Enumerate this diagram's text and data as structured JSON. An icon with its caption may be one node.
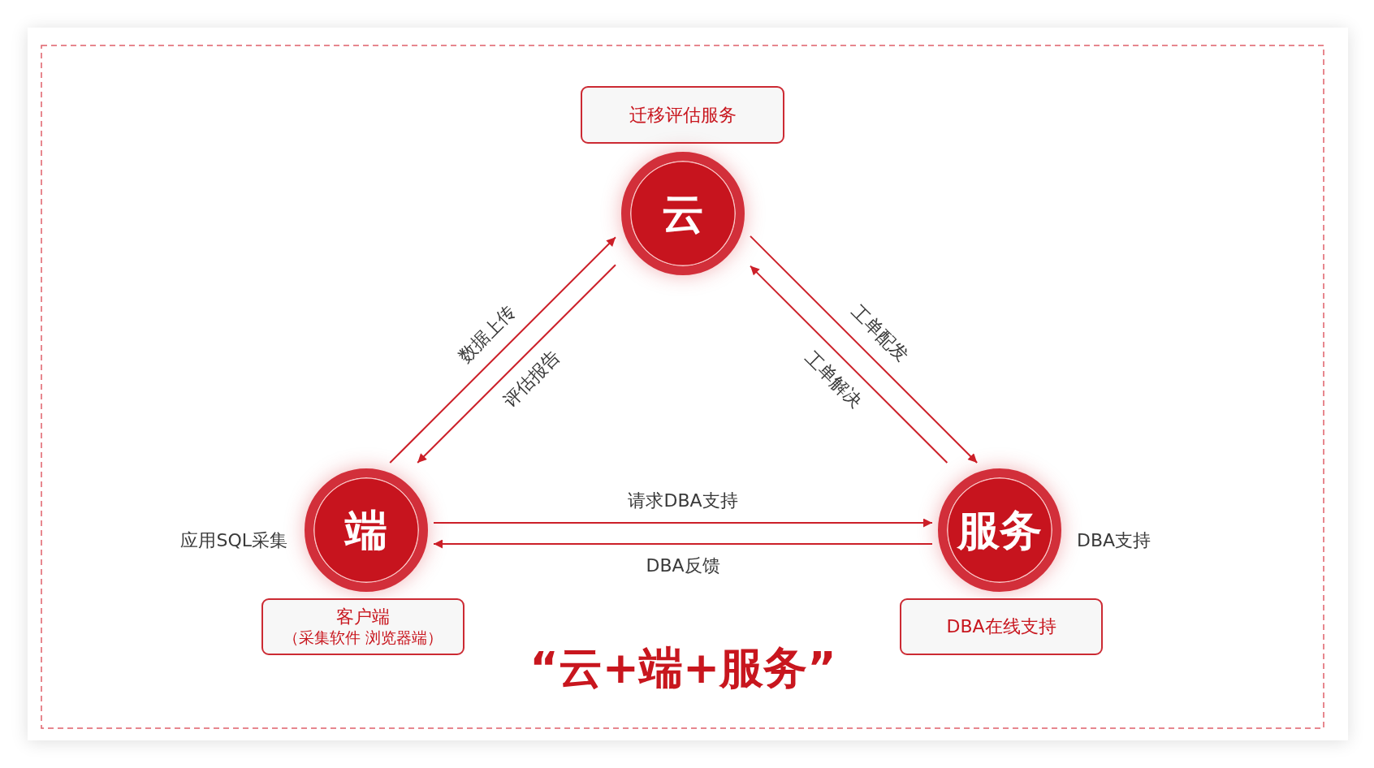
{
  "diagram": {
    "title": "“云+端+服务”",
    "nodes": [
      {
        "text": [
          "迁移评估服务"
        ]
      },
      {
        "text": [
          "云"
        ]
      },
      {
        "text": [
          "端"
        ],
        "beside": [
          "应用SQL采集"
        ]
      },
      {
        "text": [
          "服务"
        ],
        "beside": [
          "DBA支持"
        ]
      },
      {
        "text": [
          "客户端",
          "（采集软件 浏览器端）"
        ]
      },
      {
        "text": [
          "DBA在线支持"
        ]
      }
    ],
    "edges": [
      {
        "from": 2,
        "to": 1,
        "arrow": "to",
        "label": "数据上传"
      },
      {
        "from": 1,
        "to": 2,
        "arrow": "to",
        "label": "评估报告"
      },
      {
        "from": 1,
        "to": 3,
        "arrow": "to",
        "label": "工单配发"
      },
      {
        "from": 3,
        "to": 1,
        "arrow": "to",
        "label": "工单解决"
      },
      {
        "from": 2,
        "to": 3,
        "arrow": "to",
        "label": "请求DBA支持"
      },
      {
        "from": 3,
        "to": 2,
        "arrow": "to",
        "label": "DBA反馈"
      }
    ]
  }
}
